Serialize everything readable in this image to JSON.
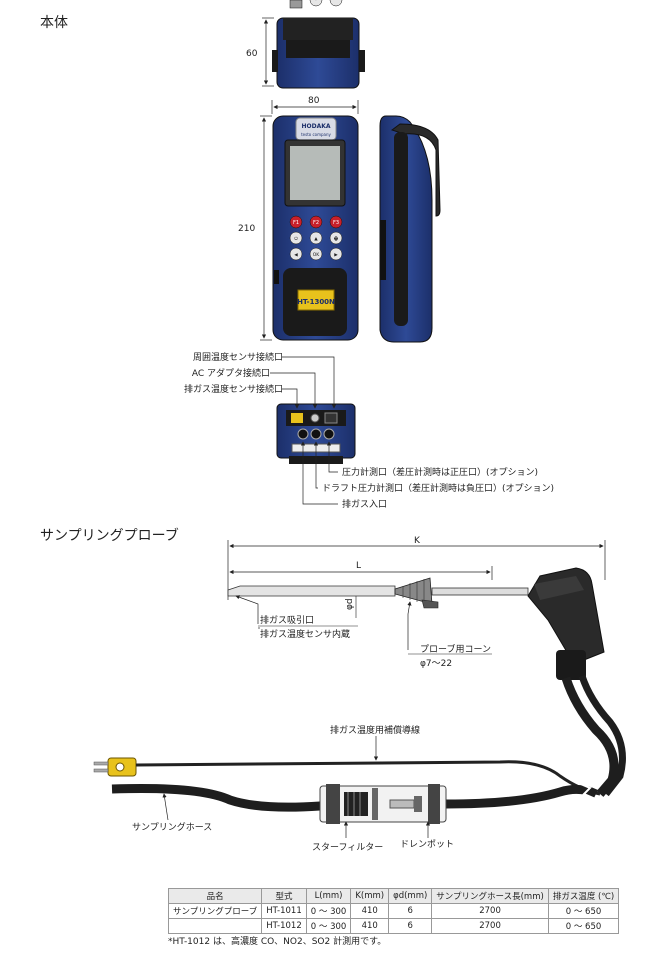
{
  "titles": {
    "body": "本体",
    "probe": "サンプリングプローブ"
  },
  "body_dims": {
    "height_top": "60",
    "width": "80",
    "height_front": "210"
  },
  "device": {
    "brand": "HODAKA",
    "brand_sub": "testo company",
    "model": "HT-1300N",
    "keys": [
      "F1",
      "F2",
      "F3",
      "⏻",
      "▲",
      "🖶",
      "◀",
      "OK",
      "▶",
      "",
      "▼",
      "▭"
    ]
  },
  "connectors": {
    "ambient": "周囲温度センサ接続口",
    "ac": "AC アダプタ接続口",
    "exhaust_sensor": "排ガス温度センサ接続口",
    "pressure": "圧力計測口（差圧計測時は正圧口）(オプション)",
    "draft": "ドラフト圧力計測口（差圧計測時は負圧口）(オプション)",
    "inlet": "排ガス入口"
  },
  "probe": {
    "dim_K": "K",
    "dim_L": "L",
    "dim_phi": "φd",
    "suction": "排ガス吸引口",
    "built_in": "排ガス温度センサ内蔵",
    "cone": "プローブ用コーン",
    "cone_size": "φ7～22",
    "comp_wire": "排ガス温度用補償導線",
    "hose": "サンプリングホース",
    "star_filter": "スターフィルター",
    "drain": "ドレンポット"
  },
  "table": {
    "headers": [
      "品名",
      "型式",
      "L(mm)",
      "K(mm)",
      "φd(mm)",
      "サンプリングホース長(mm)",
      "排ガス温度 (℃)"
    ],
    "rows": [
      [
        "サンプリングプローブ",
        "HT-1011",
        "0 ～ 300",
        "410",
        "6",
        "2700",
        "0 ～ 650"
      ],
      [
        "",
        "HT-1012",
        "0 ～ 300",
        "410",
        "6",
        "2700",
        "0 ～ 650"
      ]
    ]
  },
  "note": "*HT-1012 は、高濃度 CO、NO2、SO2 計測用です。"
}
